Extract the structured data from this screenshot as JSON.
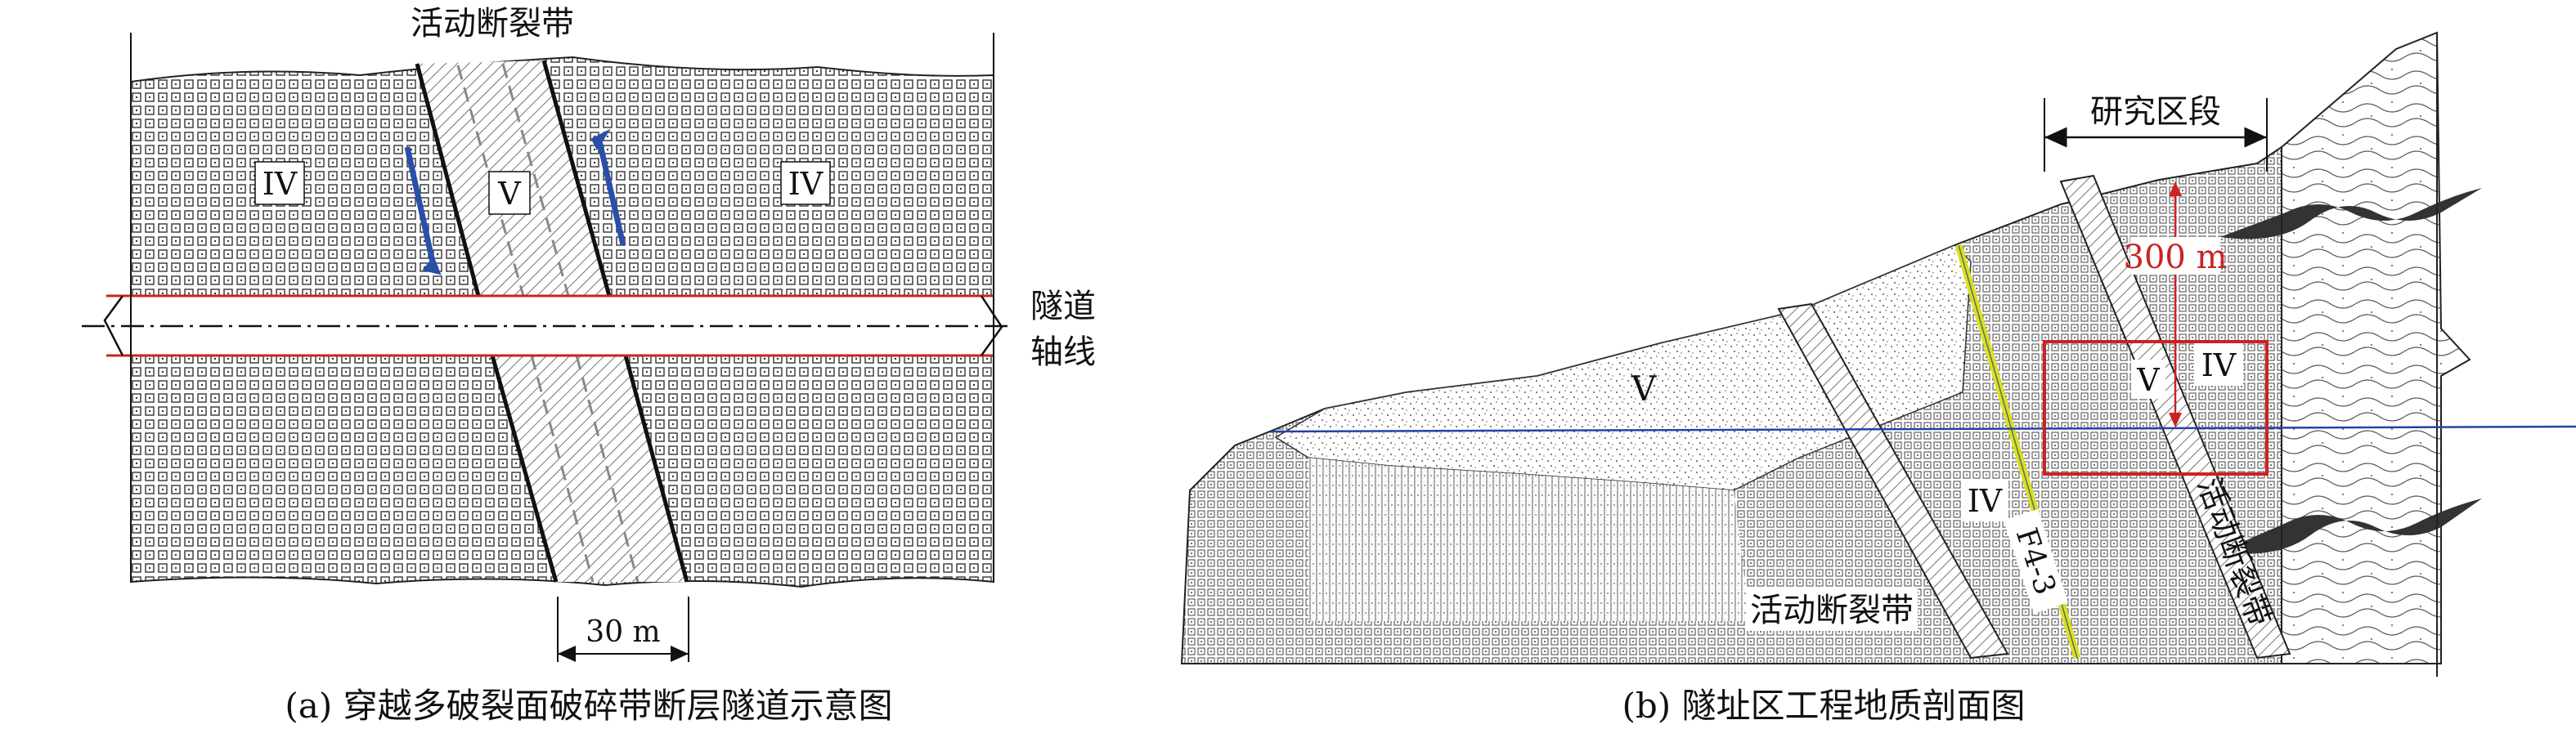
{
  "panel_a": {
    "caption": "(a) 穿越多破裂面破碎带断层隧道示意图",
    "top_label": "活动断裂带",
    "zone_left": "IV",
    "zone_center": "V",
    "zone_right": "IV",
    "axis_label_line1": "隧道",
    "axis_label_line2": "轴线",
    "scale_label": "30 m"
  },
  "panel_b": {
    "caption": "(b) 隧址区工程地质剖面图",
    "study_label": "研究区段",
    "depth_label": "300 m",
    "zone_v_left": "V",
    "zone_v_box": "V",
    "zone_iv_box": "IV",
    "zone_iv_lower": "IV",
    "fault_label_lower": "活动断裂带",
    "fault_label_diag": "活动断裂带",
    "f43_label": "F4-3"
  },
  "colors": {
    "accent_red": "#cc2222",
    "water_blue": "#2244aa",
    "fault_yellow": "#d9e021",
    "arrow_blue": "#2a4fa8"
  }
}
